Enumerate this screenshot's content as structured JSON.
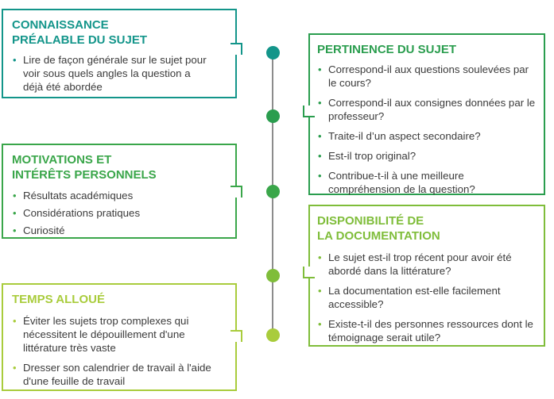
{
  "colors": {
    "teal": "#13958a",
    "green_mid": "#2a9d4e",
    "green": "#3aa64a",
    "green_light": "#7fbd3a",
    "lime": "#a9cc3c"
  },
  "boxes": {
    "connaissance": {
      "title_lines": [
        "CONNAISSANCE",
        "PRÉALABLE DU SUJET"
      ],
      "items": [
        "Lire de façon générale sur le sujet pour voir sous quels angles la question a déjà été abordée"
      ]
    },
    "pertinence": {
      "title_lines": [
        "PERTINENCE DU SUJET"
      ],
      "items": [
        "Correspond-il aux questions soulevées par le cours?",
        "Correspond-il aux consignes données par le professeur?",
        "Traite-il d’un aspect secondaire?",
        "Est-il trop original?",
        "Contribue-t-il à une meilleure compréhension de la question?"
      ]
    },
    "motivations": {
      "title_lines": [
        "MOTIVATIONS ET",
        "INTÉRÊTS PERSONNELS"
      ],
      "items": [
        "Résultats académiques",
        "Considérations pratiques",
        "Curiosité"
      ]
    },
    "disponibilite": {
      "title_lines": [
        "DISPONIBILITÉ DE",
        "LA DOCUMENTATION"
      ],
      "items": [
        "Le sujet est-il trop récent pour avoir été abordé dans la littérature?",
        "La documentation est-elle facilement accessible?",
        "Existe-t-il des personnes ressources dont le témoignage serait utile?"
      ]
    },
    "temps": {
      "title_lines": [
        "TEMPS ALLOUÉ"
      ],
      "items": [
        "Éviter les sujets trop complexes qui nécessitent le dépouillement d'une littérature très vaste",
        "Dresser son calendrier de travail à l'aide d'une feuille de travail"
      ]
    }
  }
}
